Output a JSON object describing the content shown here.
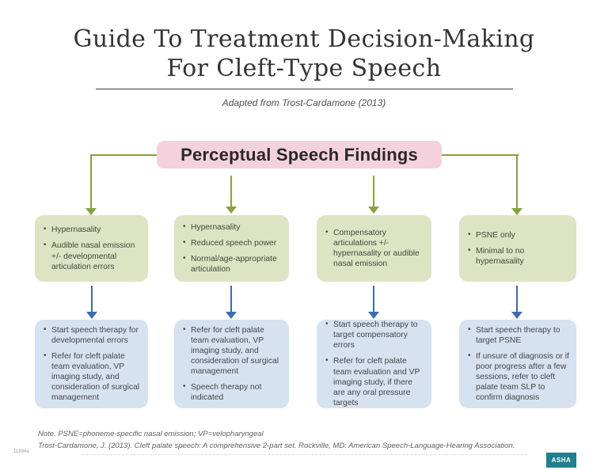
{
  "header": {
    "title_line1": "Guide To Treatment Decision-Making",
    "title_line2": "For Cleft-Type Speech",
    "attribution": "Adapted from Trost-Cardamone (2013)"
  },
  "root": {
    "label": "Perceptual Speech Findings"
  },
  "columns": [
    {
      "findings": [
        "Hypernasality",
        "Audible nasal emission +/- developmental articulation errors"
      ],
      "recommendations": [
        "Start speech therapy for developmental errors",
        "Refer for cleft palate team evaluation, VP imaging study, and consideration of surgical management"
      ]
    },
    {
      "findings": [
        "Hypernasality",
        "Reduced speech power",
        "Normal/age-appropriate articulation"
      ],
      "recommendations": [
        "Refer for cleft palate team evaluation, VP imaging study, and consideration of surgical management",
        "Speech therapy not indicated"
      ]
    },
    {
      "findings": [
        "Compensatory articulations +/- hypernasality or audible nasal emission"
      ],
      "recommendations": [
        "Start speech therapy to target compensatory errors",
        "Refer for cleft palate team evaluation and VP imaging study, if there are any oral pressure targets"
      ]
    },
    {
      "findings": [
        "PSNE only",
        "Minimal to no hypernasality"
      ],
      "recommendations": [
        "Start speech therapy to target PSNE",
        "If unsure of diagnosis or if poor progress after a few sessions, refer to cleft palate team SLP to confirm diagnosis"
      ]
    }
  ],
  "footer": {
    "note": "Note. PSNE=phoneme-specific nasal emission; VP=velopharyngeal",
    "citation": "Trost-Cardamone, J. (2013). Cleft palate speech: A comprehensive 2-part set. Rockville, MD: American Speech-Language-Hearing Association.",
    "item_code": "11894a",
    "logo_text": "ASHA"
  },
  "colors": {
    "root_box": "#f3d2dd",
    "finding_box": "#dce4c3",
    "recommendation_box": "#d7e2f0",
    "green_connector": "#84a43d",
    "blue_connector": "#3a6cb4",
    "logo_teal": "#20808d"
  }
}
